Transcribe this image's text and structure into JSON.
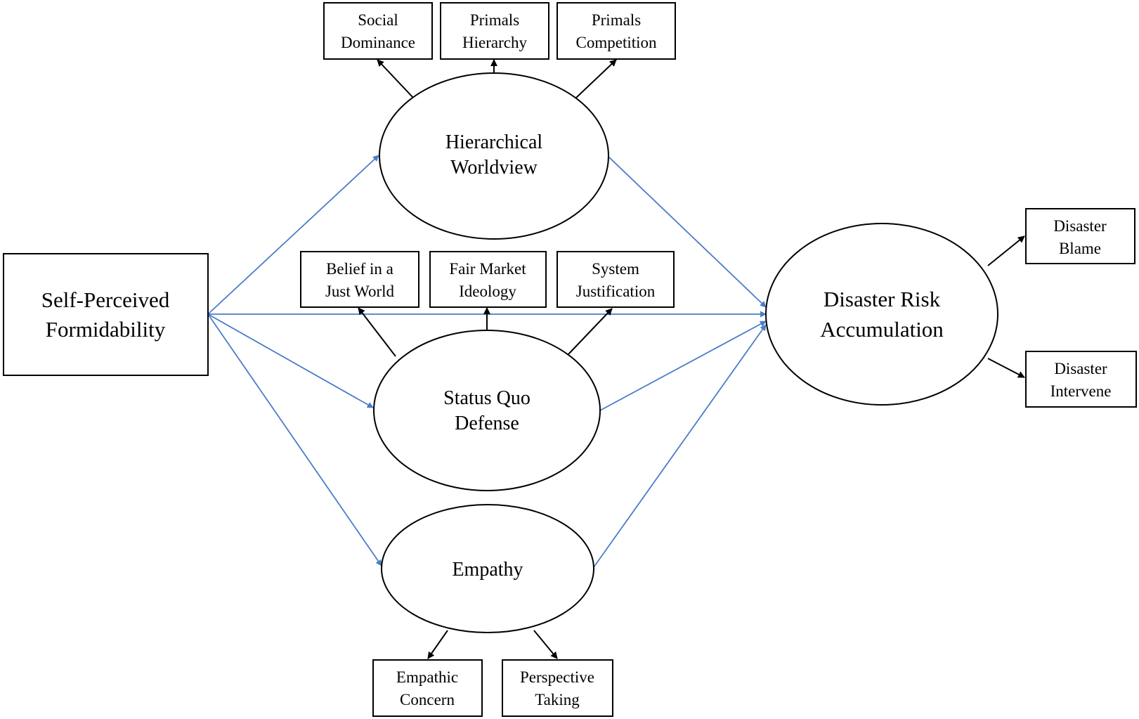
{
  "nodes": {
    "self_perceived_formidability": {
      "line1": "Self-Perceived",
      "line2": "Formidability"
    },
    "hierarchical_worldview": {
      "line1": "Hierarchical",
      "line2": "Worldview"
    },
    "status_quo_defense": {
      "line1": "Status Quo",
      "line2": "Defense"
    },
    "empathy": {
      "line1": "Empathy"
    },
    "disaster_risk_accumulation": {
      "line1": "Disaster Risk",
      "line2": "Accumulation"
    }
  },
  "indicators": {
    "social_dominance": {
      "line1": "Social",
      "line2": "Dominance"
    },
    "primals_hierarchy": {
      "line1": "Primals",
      "line2": "Hierarchy"
    },
    "primals_competition": {
      "line1": "Primals",
      "line2": "Competition"
    },
    "belief_just_world": {
      "line1": "Belief in a",
      "line2": "Just World"
    },
    "fair_market_ideology": {
      "line1": "Fair Market",
      "line2": "Ideology"
    },
    "system_justification": {
      "line1": "System",
      "line2": "Justification"
    },
    "empathic_concern": {
      "line1": "Empathic",
      "line2": "Concern"
    },
    "perspective_taking": {
      "line1": "Perspective",
      "line2": "Taking"
    },
    "disaster_blame": {
      "line1": "Disaster",
      "line2": "Blame"
    },
    "disaster_intervene": {
      "line1": "Disaster",
      "line2": "Intervene"
    }
  },
  "colors": {
    "structural_path": "#4a7cc7",
    "measurement_path": "#000000"
  }
}
